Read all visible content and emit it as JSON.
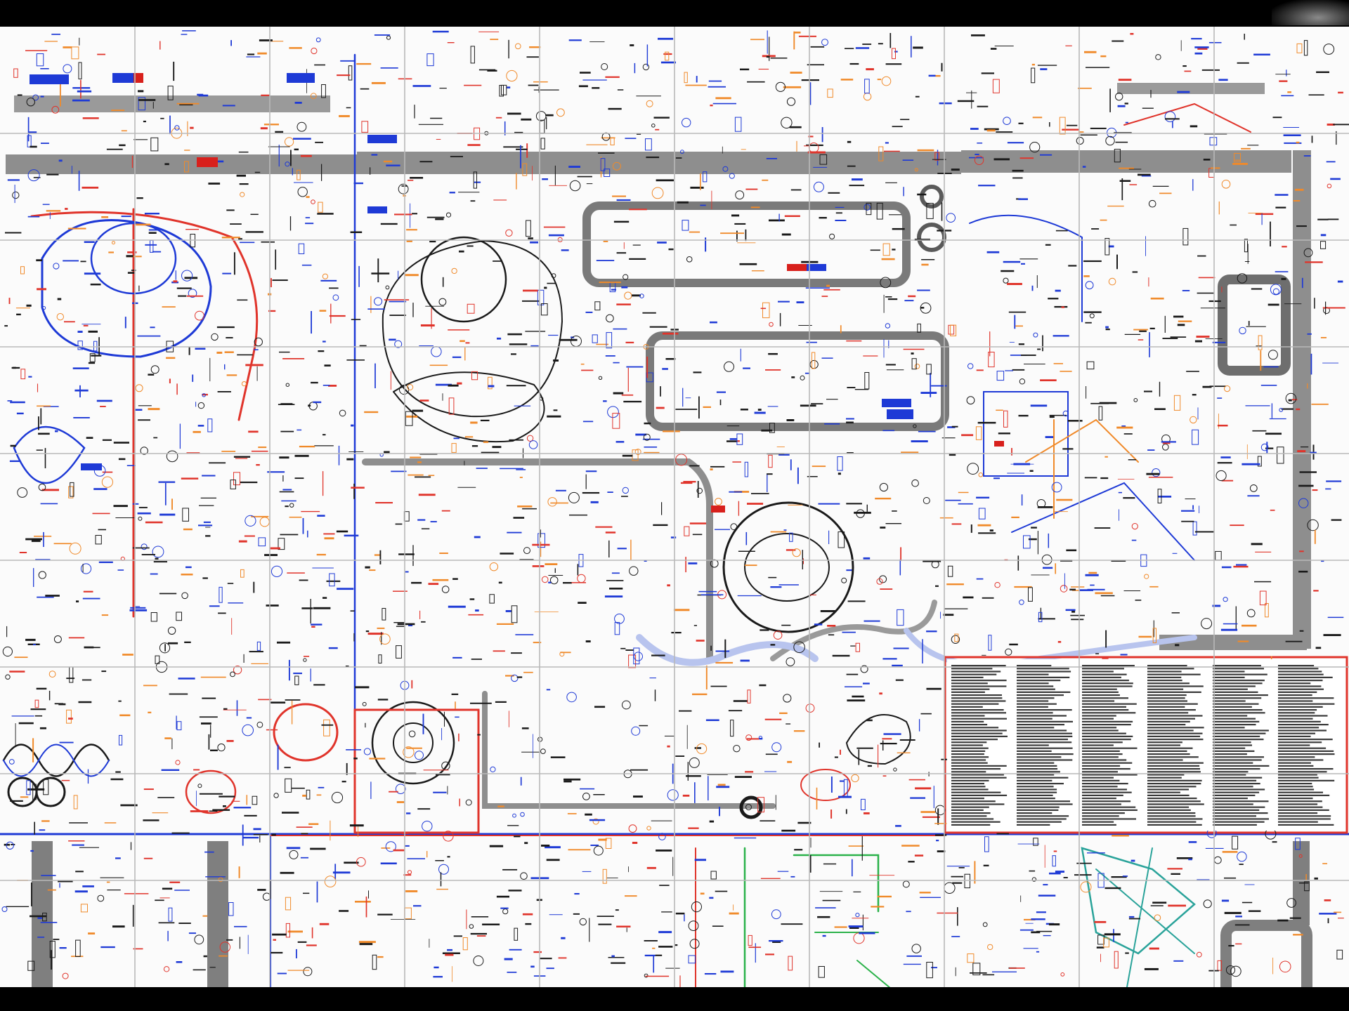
{
  "image": {
    "kind": "Biochemical pathways wall chart (scanned/photographed, tiled sheets)",
    "visible_text_legible": false,
    "tile_columns": 10,
    "tile_rows": 9
  },
  "colors": {
    "background": "#fbfbfb",
    "frame": "#000000",
    "membrane_gray": "#8e8e8e",
    "membrane_dark": "#5a5a5a",
    "pathway_black": "#1a1a1a",
    "pathway_blue": "#1e3ad6",
    "pathway_red": "#e0342b",
    "pathway_orange": "#f08a2a",
    "pathway_green": "#2bb24a",
    "pathway_teal": "#2aa39a",
    "tile_seam": "#b9b9b9",
    "label_blue_box": "#1e3ad6",
    "label_red_box": "#d8201c"
  },
  "regions": [
    {
      "name": "upper-left-cell-panel",
      "border_color": "#1e3ad6"
    },
    {
      "name": "central-mitochondrion-panel",
      "border_color": "#1e3ad6"
    },
    {
      "name": "right-membrane-panel",
      "border_color": "#1e3ad6"
    },
    {
      "name": "lower-right-text-block",
      "border_color": "#e0342b"
    },
    {
      "name": "bottom-transport-strip",
      "border_color": "#1e3ad6"
    },
    {
      "name": "lower-center-nucleotide-wheel",
      "border_color": "#e0342b"
    }
  ],
  "icons": [
    "membrane-band",
    "circular-pathway",
    "helix",
    "label-box",
    "reaction-arrow"
  ]
}
